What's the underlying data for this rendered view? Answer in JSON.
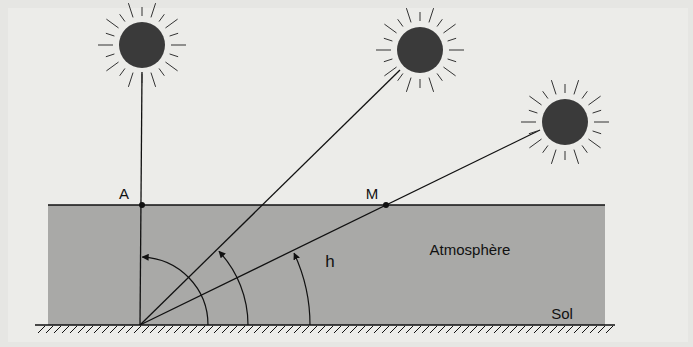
{
  "diagram": {
    "nodes": [
      {
        "text": [
          "Atmosphère"
        ]
      }
    ],
    "labels": [
      "A",
      "M",
      "h",
      "Sol"
    ]
  }
}
